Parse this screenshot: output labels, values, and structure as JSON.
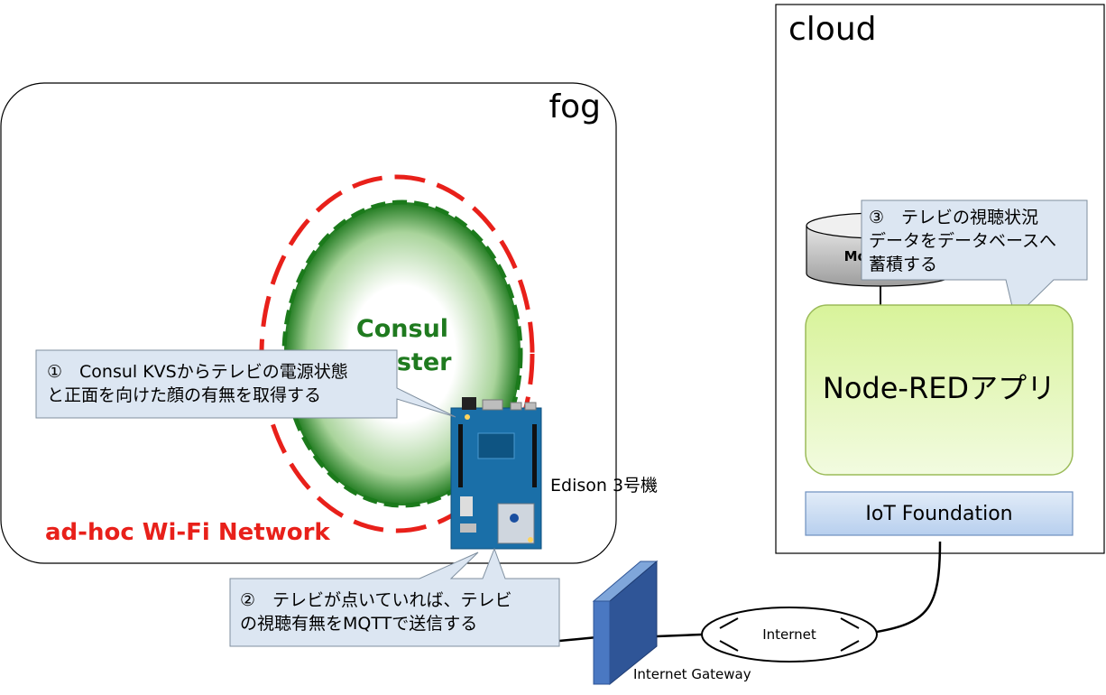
{
  "fog": {
    "label": "fog",
    "network_label": "ad-hoc Wi-Fi Network"
  },
  "cloud": {
    "label": "cloud"
  },
  "consul": {
    "line1": "Consul",
    "line2": "Cluster"
  },
  "edison": {
    "label": "Edison 3号機"
  },
  "database": {
    "label": "MongoDB"
  },
  "node_red": {
    "label": "Node-REDアプリ"
  },
  "iot": {
    "label": "IoT Foundation"
  },
  "internet": {
    "label": "Internet"
  },
  "gateway": {
    "label": "Internet Gateway"
  },
  "callouts": {
    "c1": {
      "line1": "①　Consul KVSからテレビの電源状態",
      "line2": "と正面を向けた顔の有無を取得する"
    },
    "c2": {
      "line1": "②　テレビが点いていれば、テレビ",
      "line2": "の視聴有無をMQTTで送信する"
    },
    "c3": {
      "line1": "③　テレビの視聴状況",
      "line2": "データをデータベースへ",
      "line3": "蓄積する"
    }
  },
  "colors": {
    "consul_text": "#1f7a1f",
    "network_text": "#e8201a",
    "red_dash": "#e8201a",
    "green_dash": "#1b7a1b",
    "callout_fill": "#dce6f2",
    "node_red_fill": "#e4f7b8",
    "iot_fill": "#c6d9f1",
    "board_blue": "#1a6fa8"
  }
}
